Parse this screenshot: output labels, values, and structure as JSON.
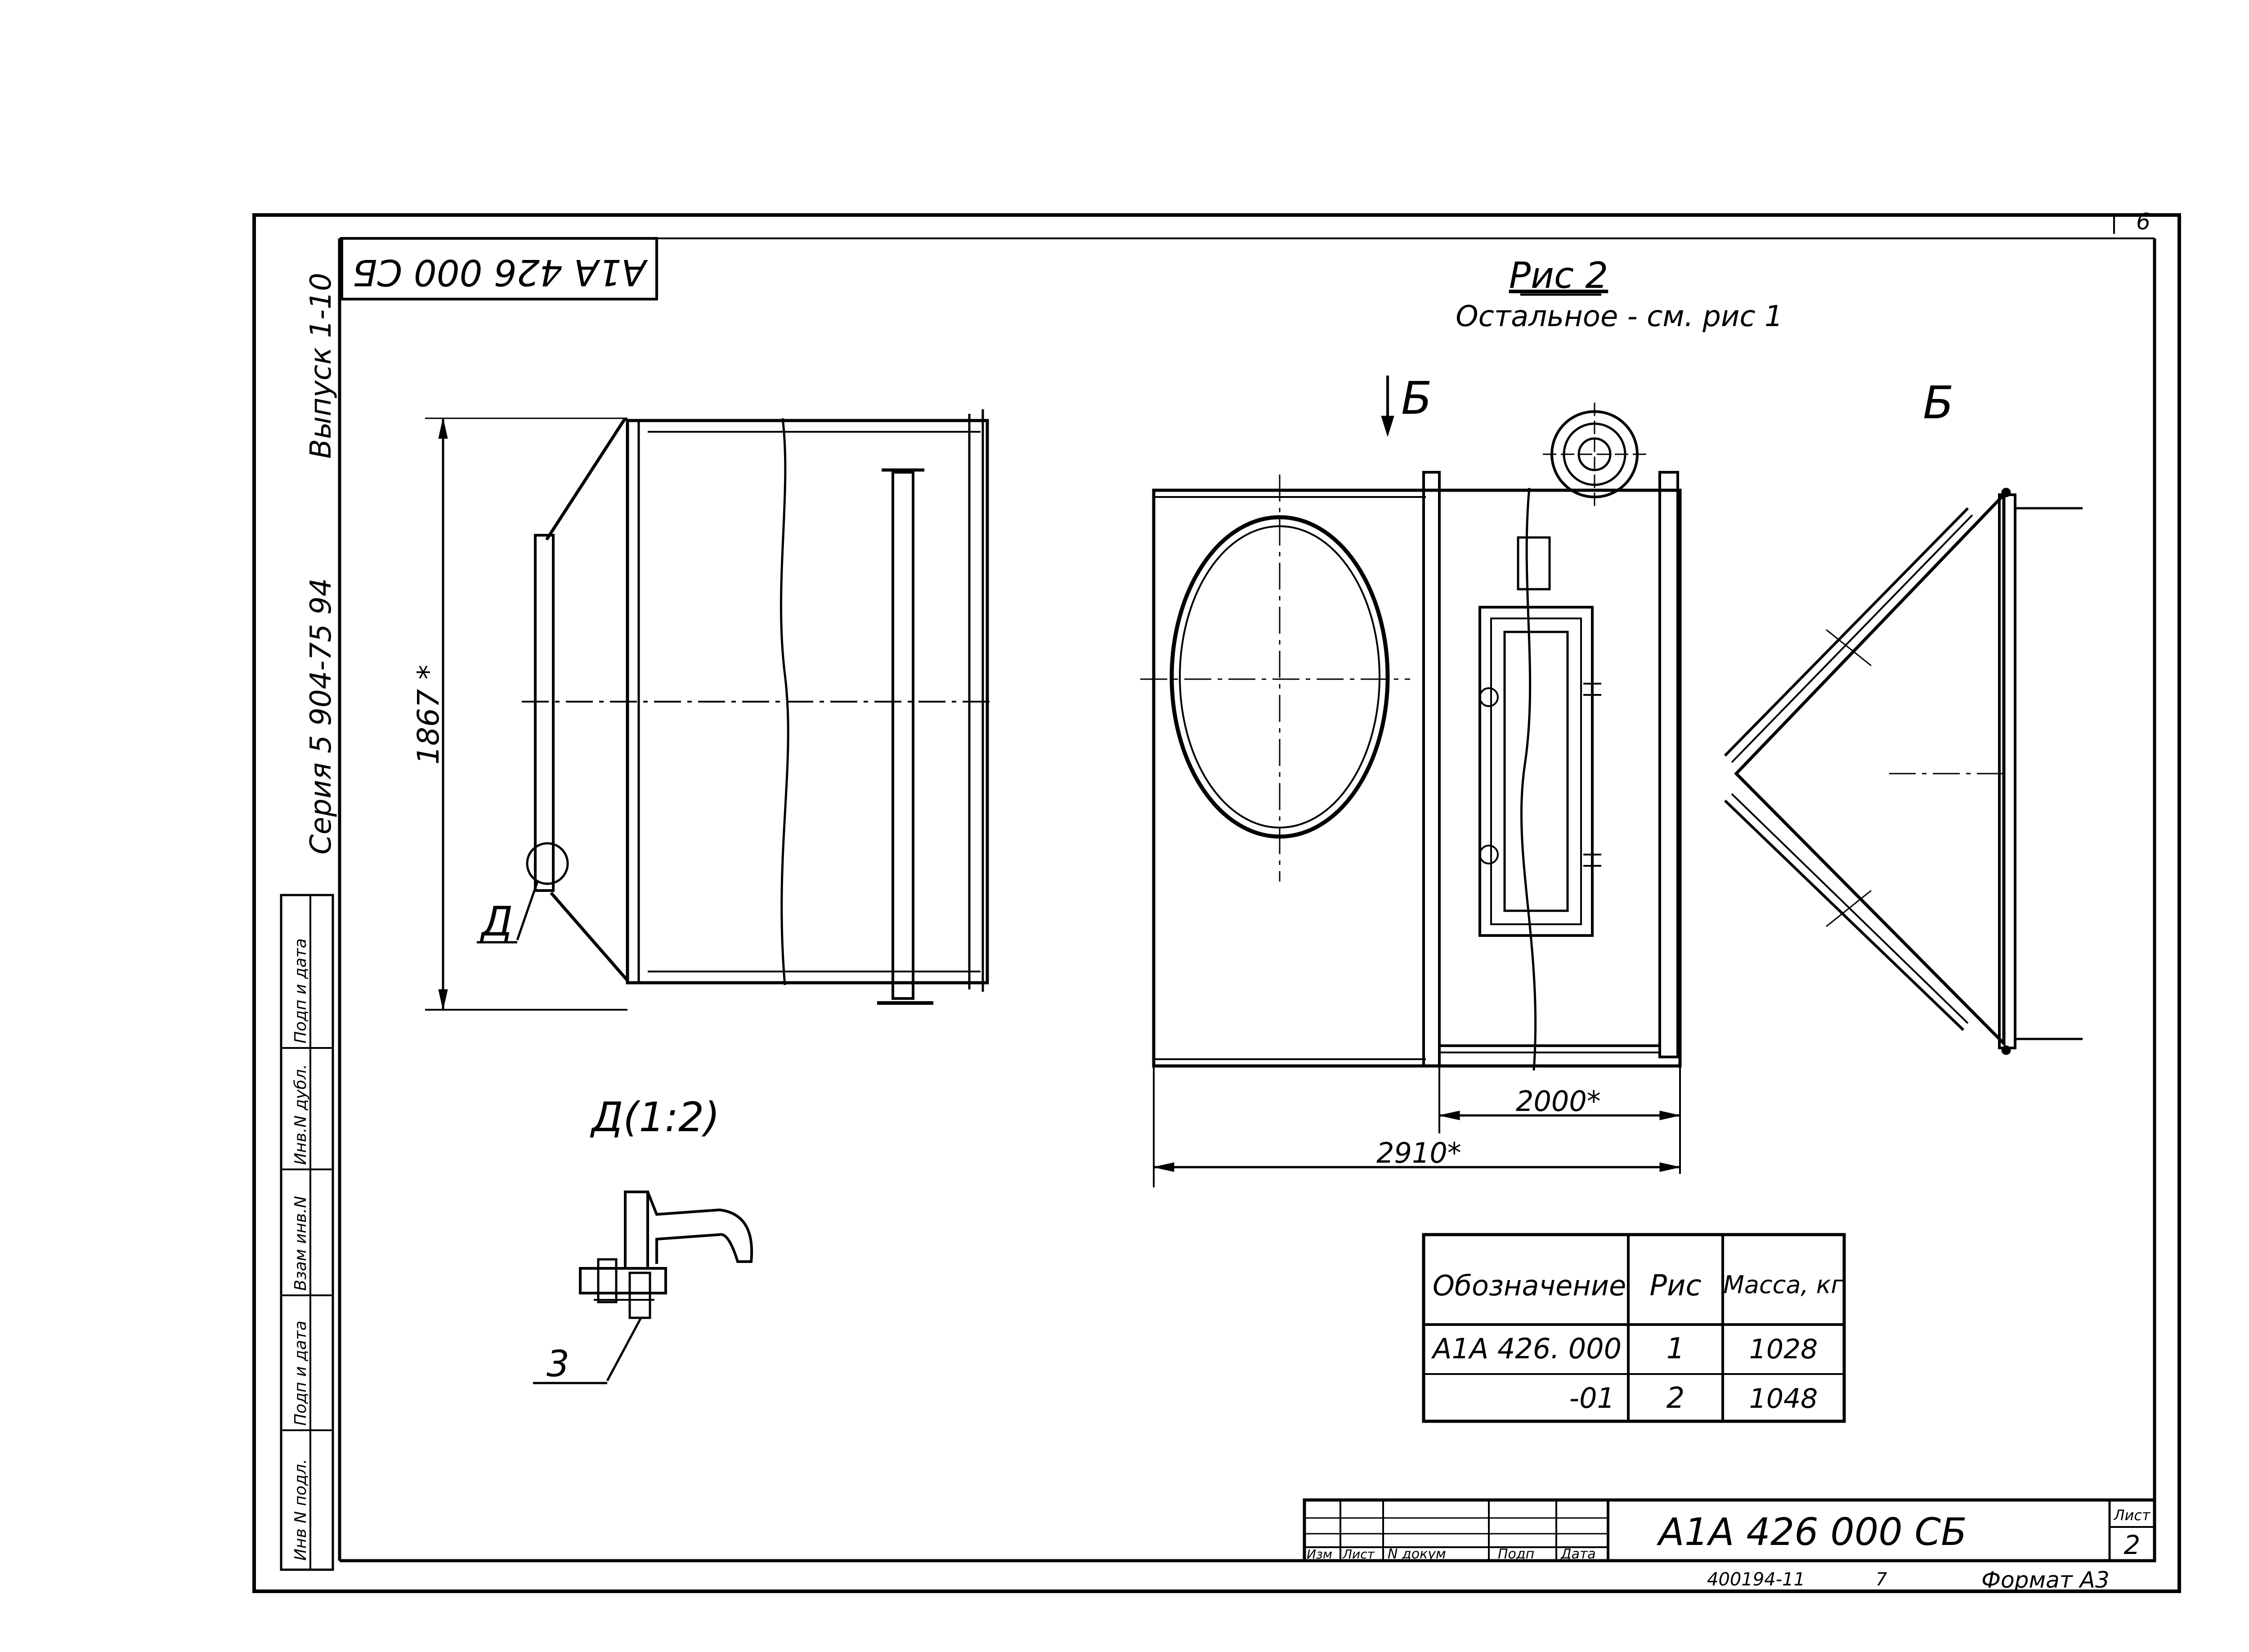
{
  "header": {
    "stamp_top_left": "А1А 426 000 СБ",
    "sheet_corner": "6",
    "series_text": "Серия  5 904-75 94",
    "issue_text": "Выпуск  1-10"
  },
  "fig2": {
    "title": "Рис 2",
    "subtitle": "Остальное - см. рис 1",
    "view_arrow_label": "Б",
    "view_b_label": "Б"
  },
  "dimensions": {
    "height": "1867 *",
    "width_inner": "2000*",
    "width_total": "2910*"
  },
  "callouts": {
    "detail_mark": "Д",
    "detail_title": "Д(1:2)",
    "pos_3": "3"
  },
  "spec_table": {
    "headers": [
      "Обозначение",
      "Рис",
      "Масса, кг"
    ],
    "rows": [
      [
        "А1А 426. 000",
        "1",
        "1028"
      ],
      [
        "-01",
        "2",
        "1048"
      ]
    ]
  },
  "side_stamp": {
    "labels": [
      "Подп и дата",
      "Инв.N дубл.",
      "Взам инв.N",
      "Подп и дата",
      "Инв N подл."
    ]
  },
  "title_block": {
    "col_labels": [
      "Изм",
      "Лист",
      "N докум",
      "Подп",
      "Дата"
    ],
    "doc_code": "А1А 426 000 СБ",
    "sheet_label": "Лист",
    "sheet_num": "2",
    "footer_number": "400194-11",
    "footer_copy": "7",
    "footer_format": "Формат А3"
  }
}
